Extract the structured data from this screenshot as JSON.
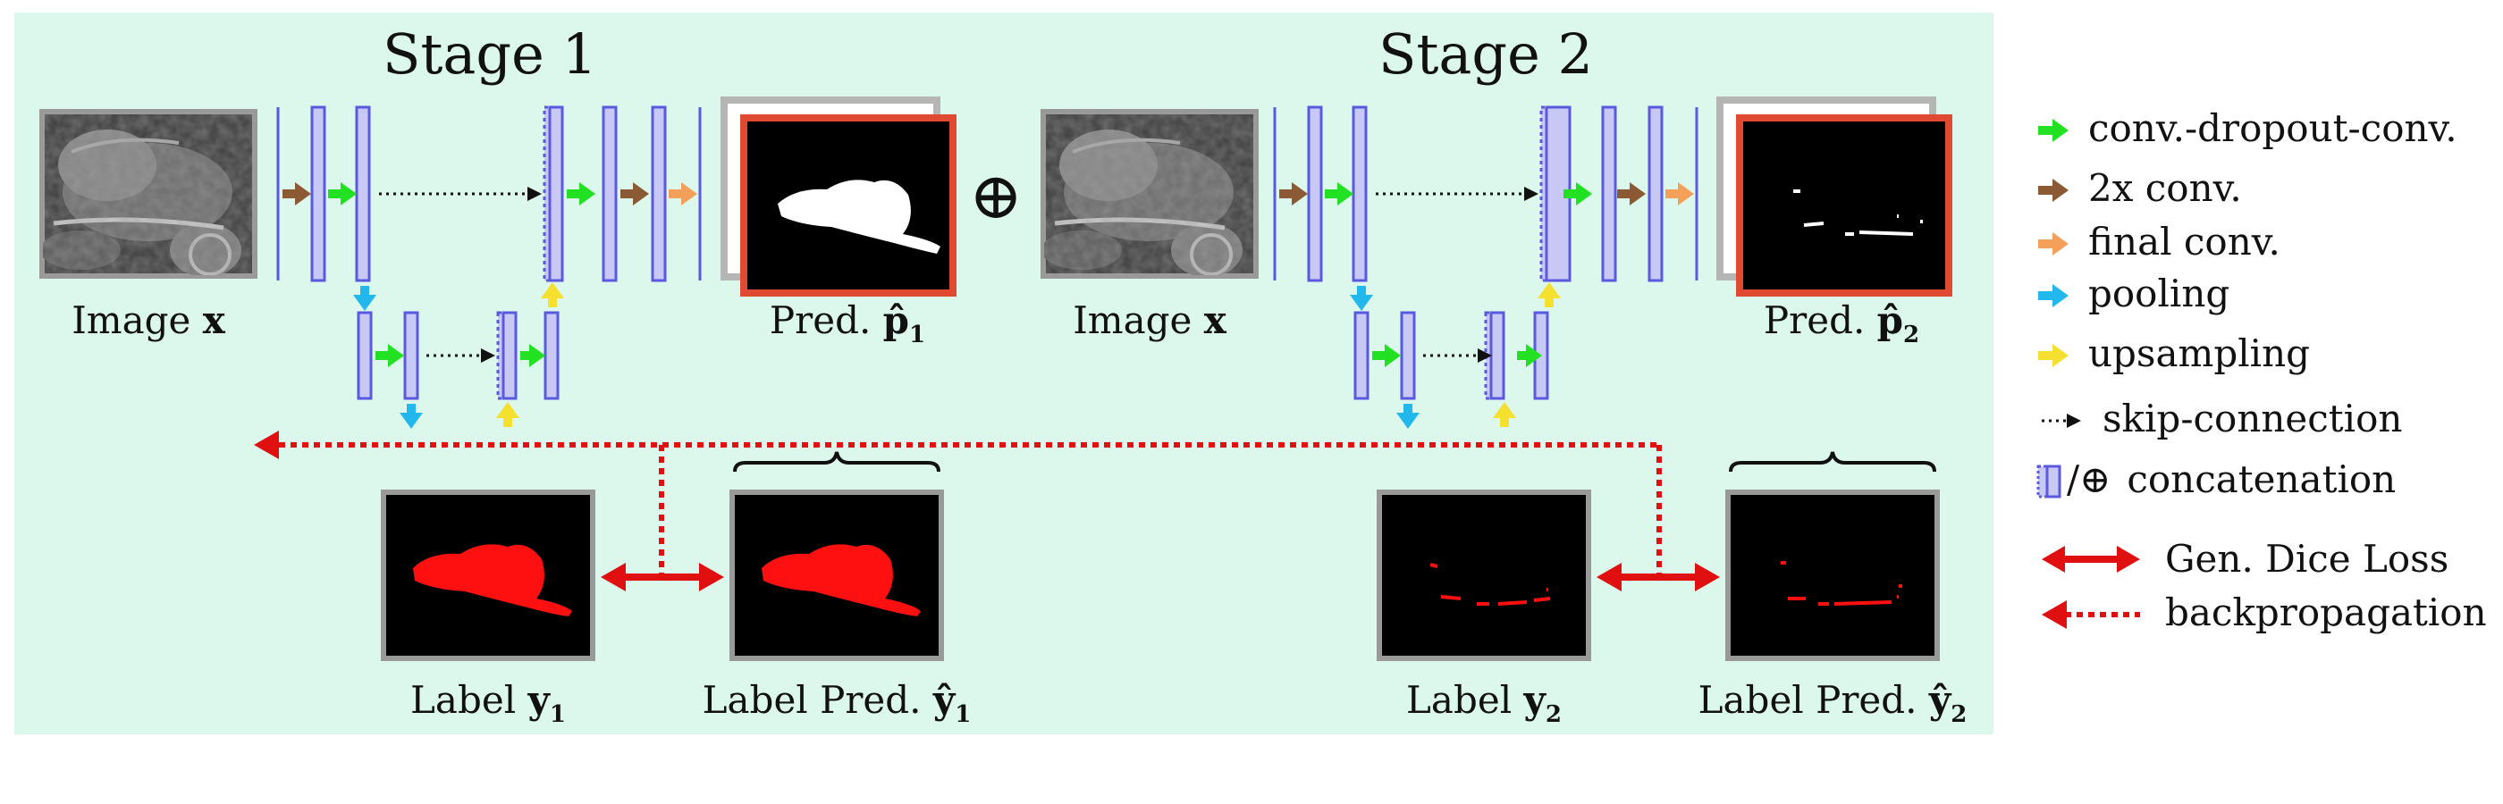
{
  "stages": [
    {
      "title": "Stage 1",
      "image_caption": "Image ",
      "image_var": "x",
      "pred_caption": "Pred. ",
      "pred_var": "p̂",
      "pred_sub": "1",
      "label_caption": "Label ",
      "label_var": "y",
      "label_sub": "1",
      "label_pred_caption": "Label Pred. ",
      "label_pred_var": "ŷ",
      "label_pred_sub": "1"
    },
    {
      "title": "Stage 2",
      "image_caption": "Image ",
      "image_var": "x",
      "pred_caption": "Pred. ",
      "pred_var": "p̂",
      "pred_sub": "2",
      "label_caption": "Label ",
      "label_var": "y",
      "label_sub": "2",
      "label_pred_caption": "Label Pred. ",
      "label_pred_var": "ŷ",
      "label_pred_sub": "2"
    }
  ],
  "concat_symbol": "⊕",
  "legend": [
    {
      "key": "conv-dropout-conv",
      "label": "conv.-dropout-conv.",
      "marker": "arrow",
      "color": "#22e022"
    },
    {
      "key": "2x-conv",
      "label": "2x conv.",
      "marker": "arrow",
      "color": "#8b5a35"
    },
    {
      "key": "final-conv",
      "label": "final conv.",
      "marker": "arrow",
      "color": "#f5a05a"
    },
    {
      "key": "pooling",
      "label": "pooling",
      "marker": "arrow",
      "color": "#22b8ee"
    },
    {
      "key": "upsampling",
      "label": "upsampling",
      "marker": "arrow",
      "color": "#f5e030"
    },
    {
      "key": "skip-connection",
      "label": "skip-connection",
      "marker": "dotted-arrow",
      "color": "#111111"
    },
    {
      "key": "concatenation",
      "label": "concatenation",
      "marker": "concat",
      "prefix": "/⊕",
      "color": "#5a5ae0"
    },
    {
      "key": "gen-dice-loss",
      "label": "Gen. Dice Loss",
      "marker": "double-arrow",
      "color": "#e01010"
    },
    {
      "key": "backpropagation",
      "label": "backpropagation",
      "marker": "dotted-red",
      "color": "#e01010"
    }
  ],
  "colors": {
    "panel_bg": "#dcf7ec",
    "block_fill": "#c8c8f5",
    "block_stroke": "#5a5ae0",
    "pred_frame": "#e04a32",
    "image_frame": "#999999",
    "label_mask": "#ff1010",
    "dice": "#e01010"
  }
}
